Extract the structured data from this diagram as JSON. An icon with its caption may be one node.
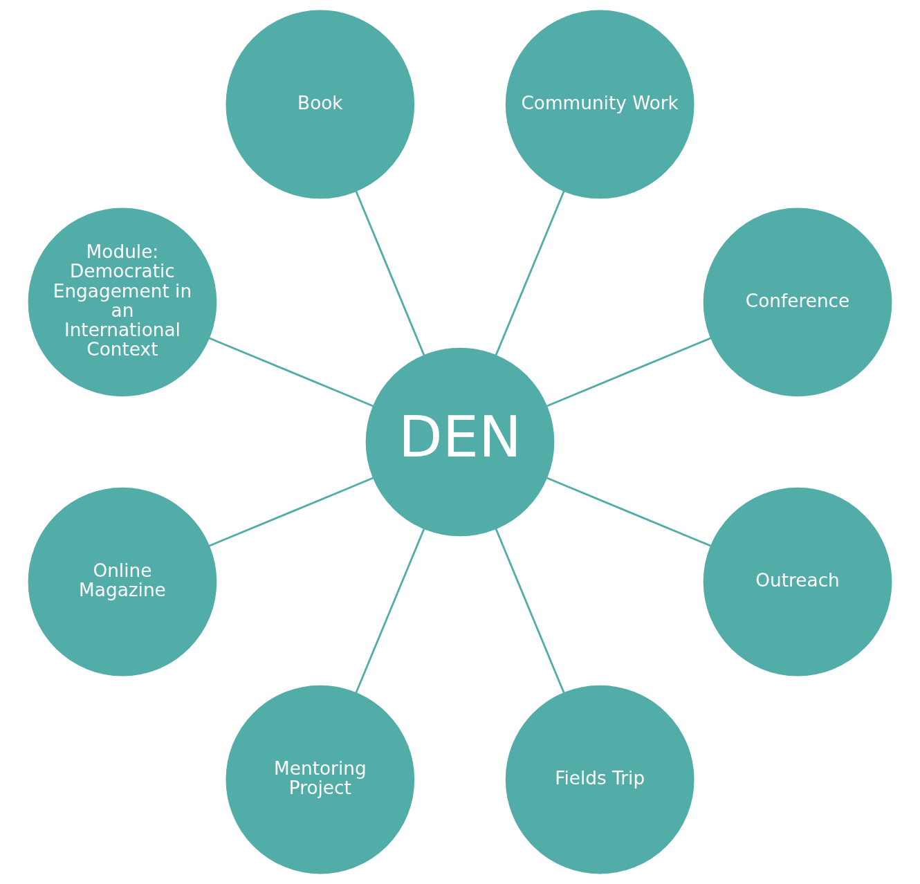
{
  "diagram": {
    "nodes": [
      {
        "text": [
          "DEN"
        ]
      },
      {
        "text": [
          "Conference"
        ]
      },
      {
        "text": [
          "Community Work"
        ]
      },
      {
        "text": [
          "Book"
        ]
      },
      {
        "text": [
          "Module: Democratic Engagement in an International Context"
        ]
      },
      {
        "text": [
          "Online Magazine"
        ]
      },
      {
        "text": [
          "Mentoring Project"
        ]
      },
      {
        "text": [
          "Fields Trip"
        ]
      },
      {
        "text": [
          "Outreach"
        ]
      }
    ],
    "edges": [
      {
        "from": 0,
        "to": 1,
        "arrow": "none"
      },
      {
        "from": 0,
        "to": 2,
        "arrow": "none"
      },
      {
        "from": 0,
        "to": 3,
        "arrow": "none"
      },
      {
        "from": 0,
        "to": 4,
        "arrow": "none"
      },
      {
        "from": 0,
        "to": 5,
        "arrow": "none"
      },
      {
        "from": 0,
        "to": 6,
        "arrow": "none"
      },
      {
        "from": 0,
        "to": 7,
        "arrow": "none"
      },
      {
        "from": 0,
        "to": 8,
        "arrow": "none"
      }
    ]
  }
}
